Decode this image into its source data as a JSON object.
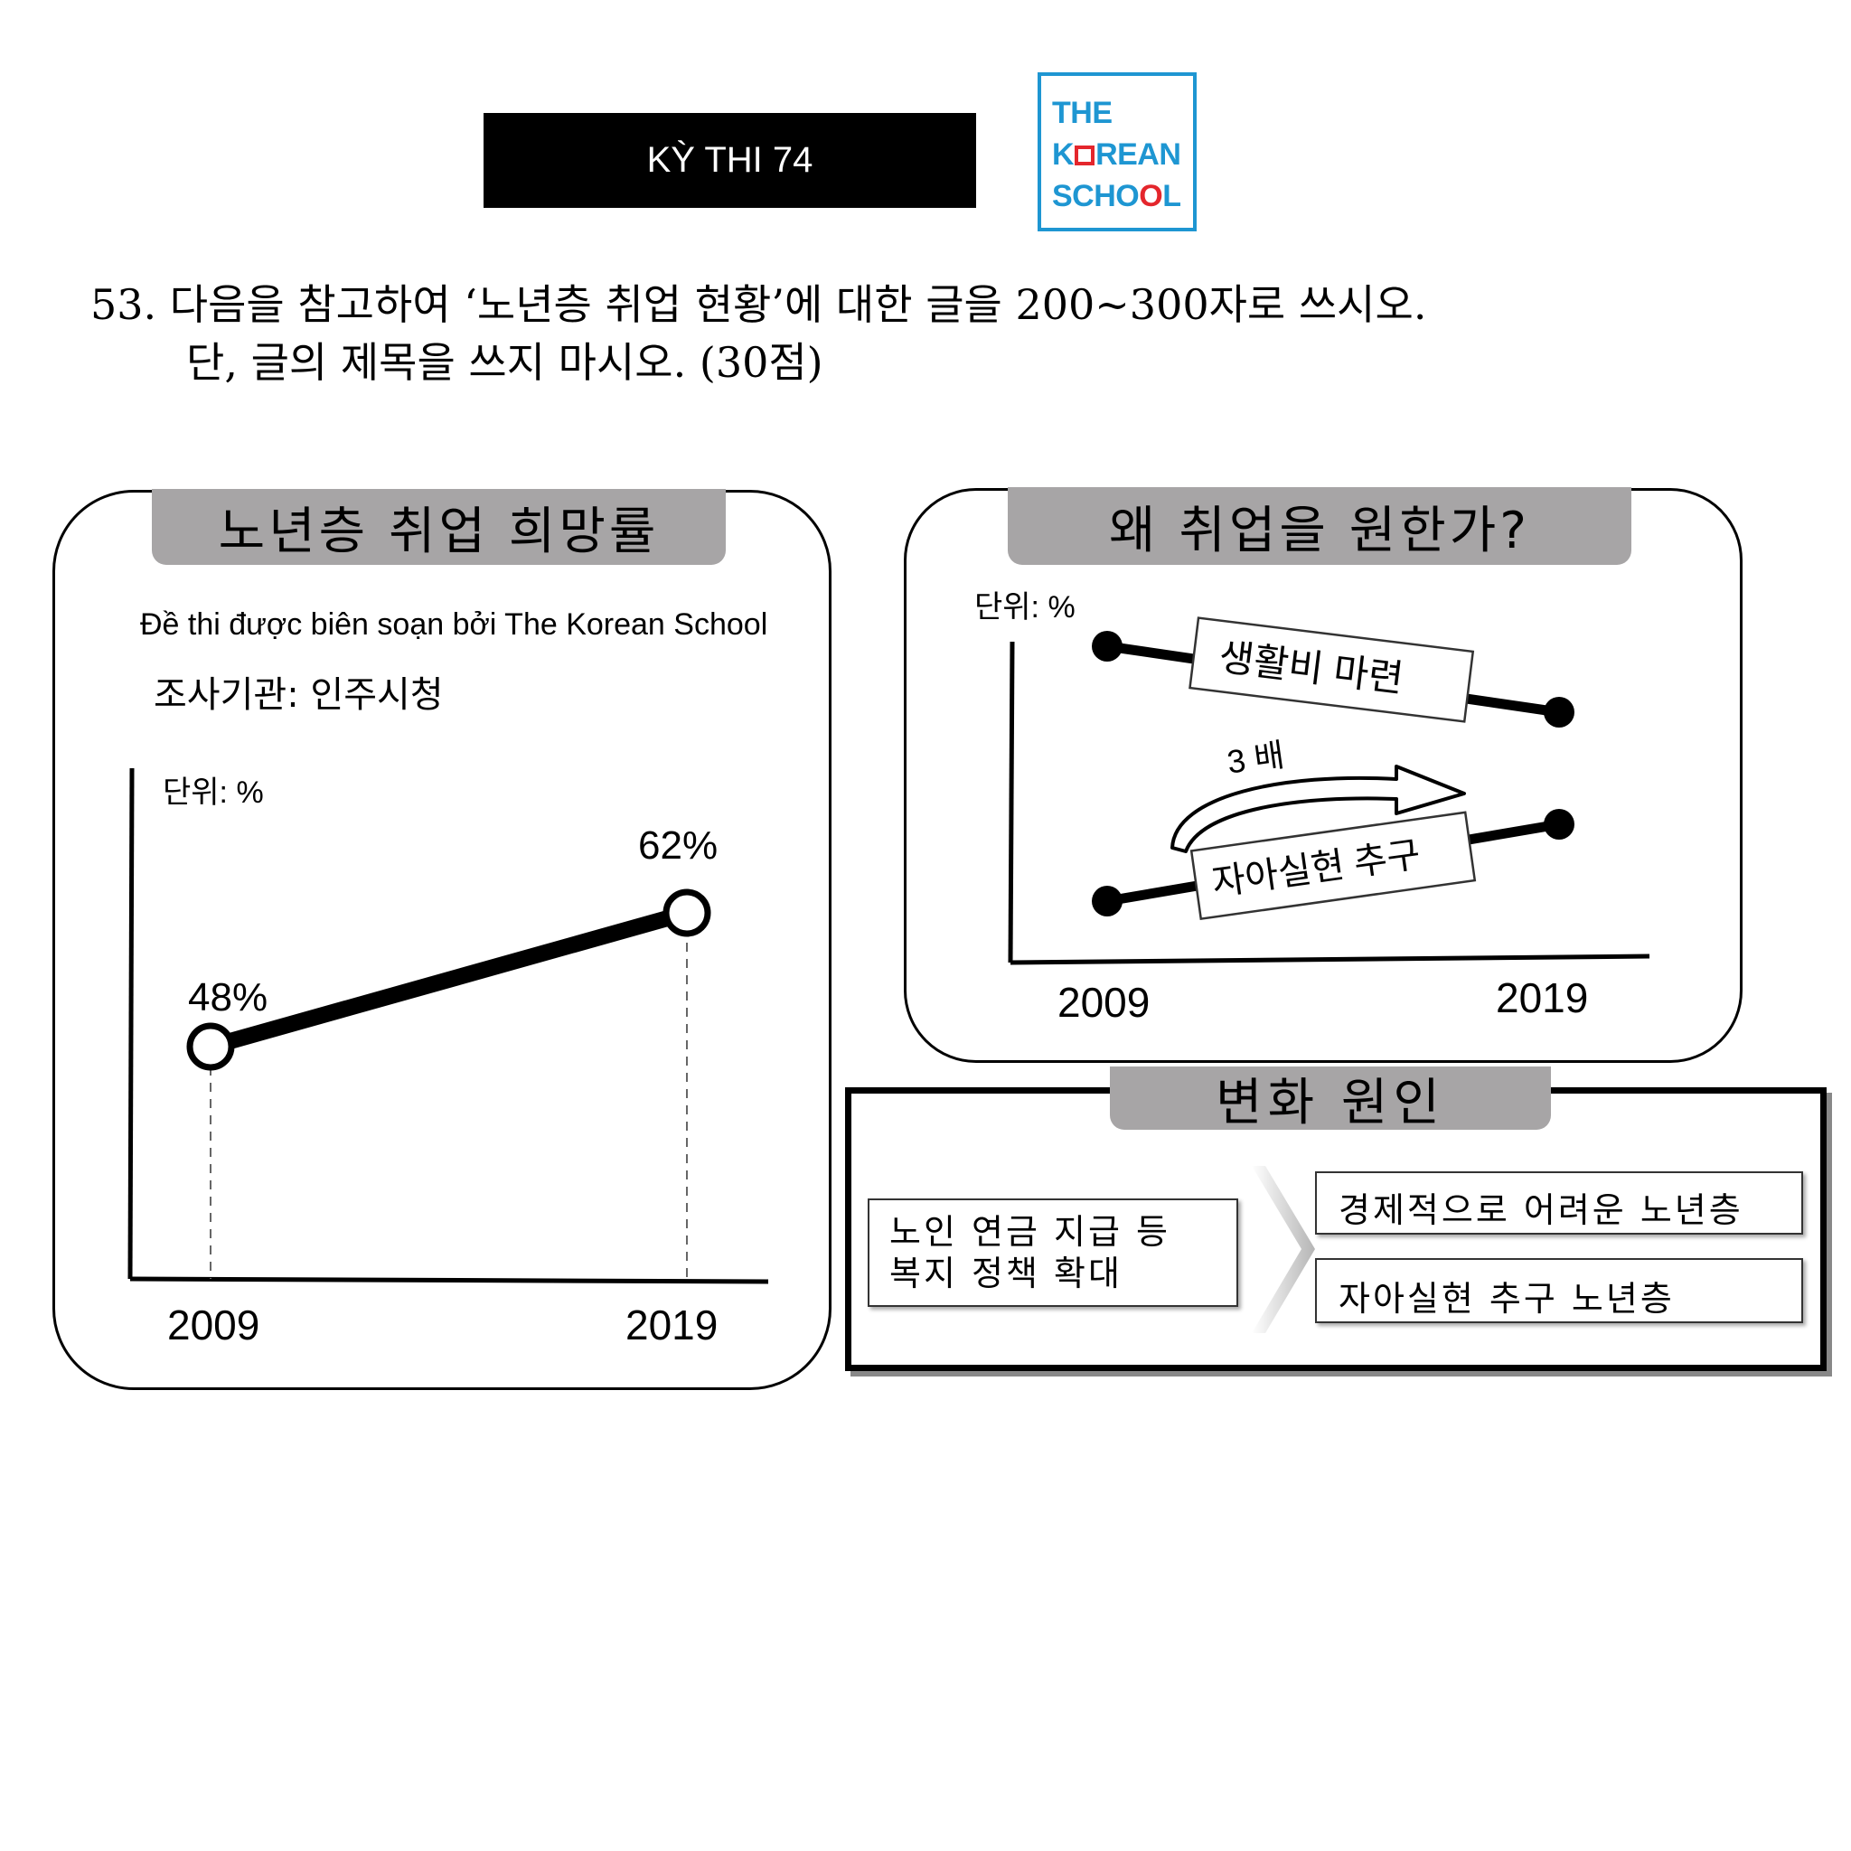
{
  "header": {
    "exam_title": "KỲ THI 74",
    "logo_lines": [
      "THE",
      "KOREAN",
      "SCHOOL"
    ]
  },
  "question": {
    "line1": "53. 다음을 참고하여 ‘노년층 취업 현황’에 대한 글을 200~300자로 쓰시오.",
    "line2": "단, 글의 제목을 쓰지 마시오. (30점)"
  },
  "panel1": {
    "title": "노년층 취업 희망률",
    "watermark": "Đề thi được biên soạn bởi The Korean School",
    "source": "조사기관: 인주시청"
  },
  "panel2": {
    "title": "왜 취업을 원한가?"
  },
  "panel3": {
    "title": "변화 원인",
    "cause_line1": "노인 연금 지급 등",
    "cause_line2": "복지 정책 확대",
    "effect1": "경제적으로 어려운 노년층",
    "effect2": "자아실현 추구 노년층",
    "effect1_trend": "down",
    "effect2_trend": "up"
  },
  "chart_data": [
    {
      "type": "line",
      "title": "노년층 취업 희망률",
      "unit_label": "단위: %",
      "categories": [
        "2009",
        "2019"
      ],
      "values": [
        48,
        62
      ],
      "data_labels": [
        "48%",
        "62%"
      ]
    },
    {
      "type": "line",
      "title": "왜 취업을 원한가?",
      "unit_label": "단위: %",
      "categories": [
        "2009",
        "2019"
      ],
      "series": [
        {
          "name": "생활비 마련",
          "trend": "decrease"
        },
        {
          "name": "자아실현 추구",
          "trend": "increase"
        }
      ],
      "annotation": "3 배"
    }
  ]
}
